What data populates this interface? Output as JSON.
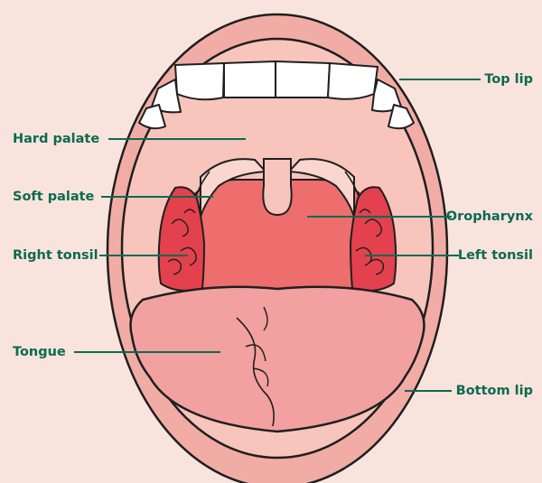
{
  "labels": {
    "top_lip": "Top lip",
    "hard_palate": "Hard palate",
    "soft_palate": "Soft palate",
    "oropharynx": "Oropharynx",
    "right_tonsil": "Right tonsil",
    "left_tonsil": "Left tonsil",
    "tongue": "Tongue",
    "bottom_lip": "Bottom lip"
  },
  "colors": {
    "background": "#f9e4dd",
    "lip": "#f2aca6",
    "mouth_inner": "#f7c5bc",
    "throat": "#ed6e6d",
    "tonsil": "#e3414d",
    "tongue": "#f2a0a0",
    "teeth": "#ffffff",
    "outline": "#1f1f1f",
    "label": "#0c6a50"
  }
}
